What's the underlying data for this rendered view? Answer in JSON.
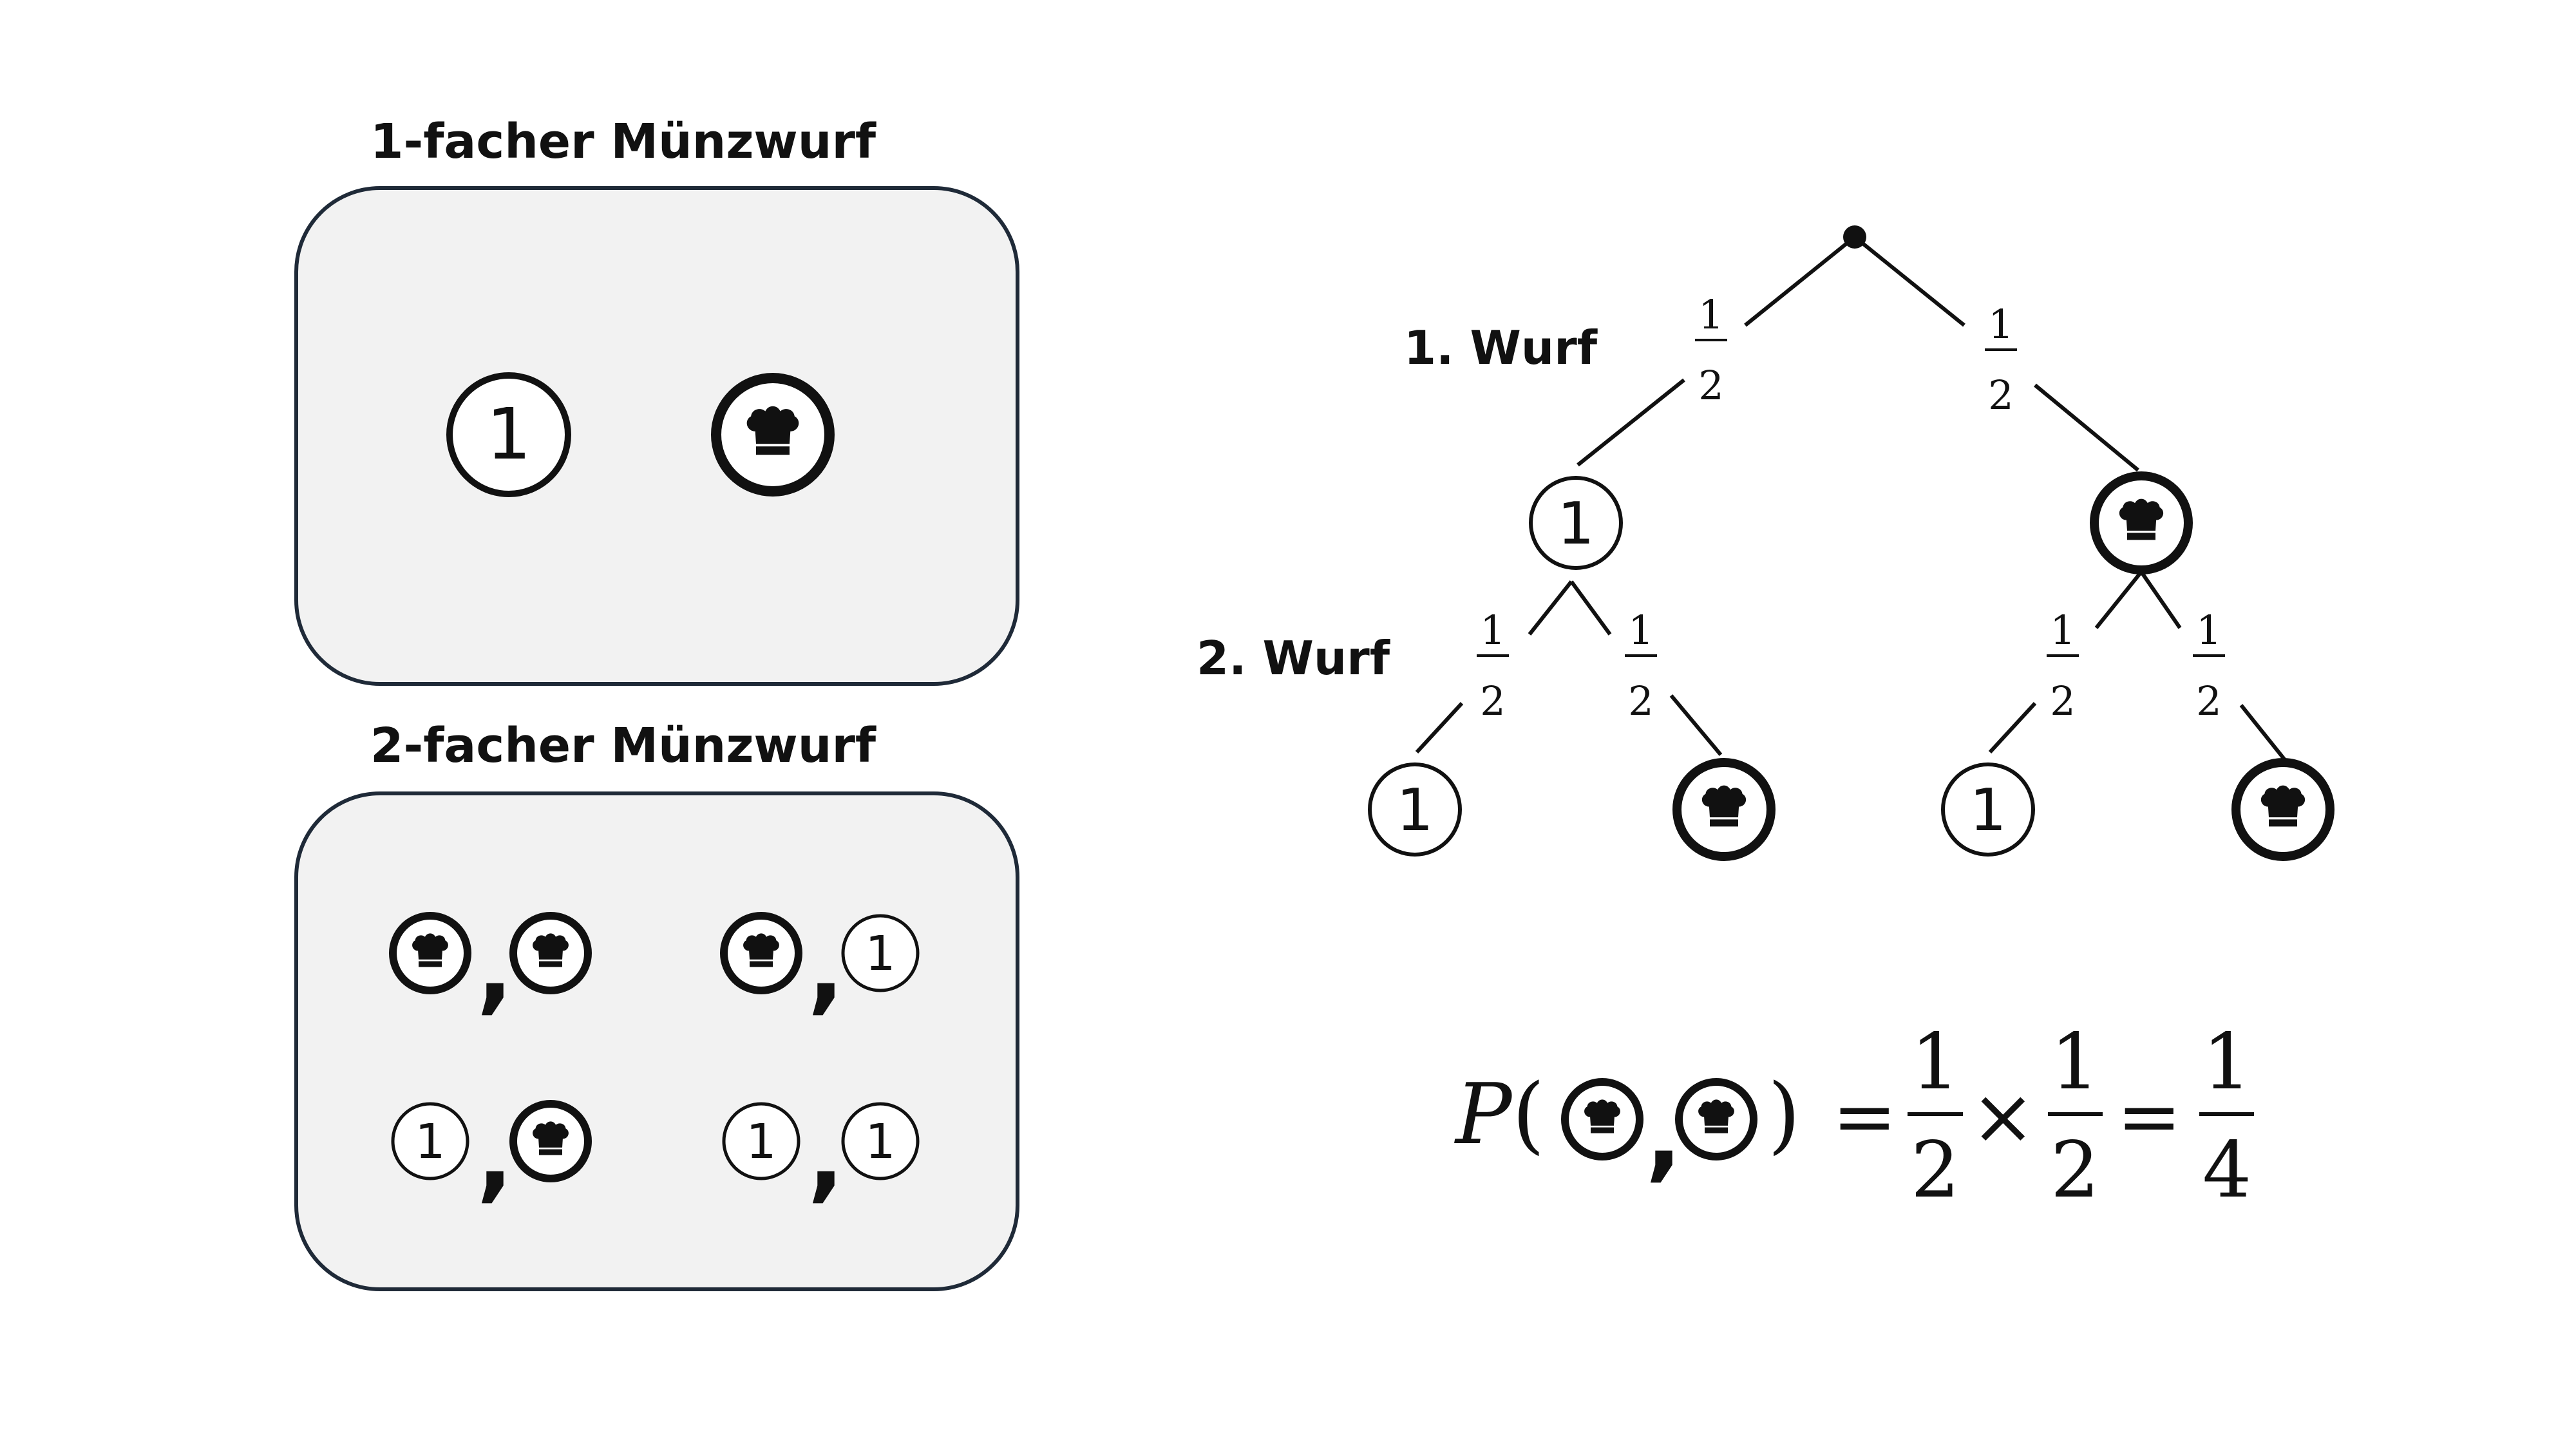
{
  "panels": {
    "single": {
      "title": "1-facher Münzwurf"
    },
    "double": {
      "title": "2-facher Münzwurf"
    }
  },
  "coin": {
    "number_face": "1",
    "number_icon": "number-one-coin-icon",
    "head_icon": "chef-hat-coin-icon"
  },
  "tree": {
    "level1_label": "1. Wurf",
    "level2_label": "2. Wurf",
    "prob_num": "1",
    "prob_den": "2"
  },
  "outcomes_double": [
    [
      "head",
      "head"
    ],
    [
      "head",
      "number"
    ],
    [
      "number",
      "head"
    ],
    [
      "number",
      "number"
    ]
  ],
  "formula": {
    "P": "P",
    "open": "(",
    "close": ")",
    "eq1": "=",
    "times": "×",
    "eq2": "=",
    "f1_num": "1",
    "f1_den": "2",
    "f2_num": "1",
    "f2_den": "2",
    "r_num": "1",
    "r_den": "4"
  },
  "colors": {
    "panel_fill": "#f2f2f2",
    "panel_stroke": "#1f2a38",
    "ink": "#111111"
  }
}
